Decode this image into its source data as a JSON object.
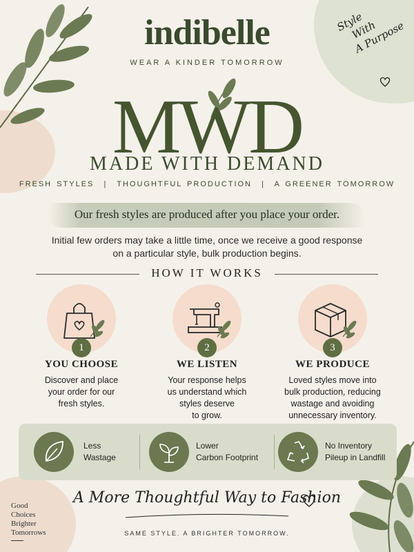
{
  "brand": {
    "name": "indibelle",
    "tagline": "WEAR A KINDER TOMORROW"
  },
  "corner_top_right": {
    "lines": [
      "Style",
      "With",
      "A Purpose"
    ]
  },
  "hero": {
    "title": "MWD",
    "subtitle": "MADE WITH DEMAND",
    "pillars": "FRESH STYLES  |  THOUGHTFUL PRODUCTION  |  A GREENER TOMORROW"
  },
  "headline": "Our fresh styles are produced after you place your order.",
  "description": {
    "line1": "Initial few orders may take a little time, once we receive a good response",
    "line2": "on a particular style, bulk production begins."
  },
  "how_it_works": {
    "title": "HOW IT WORKS",
    "steps": [
      {
        "number": "1",
        "title": "YOU CHOOSE",
        "lines": [
          "Discover and place",
          "your order for our",
          "fresh styles."
        ],
        "icon": "shopping-bag-heart-icon"
      },
      {
        "number": "2",
        "title": "WE LISTEN",
        "lines": [
          "Your response helps",
          "us understand which",
          "styles deserve",
          "to grow."
        ],
        "icon": "sewing-machine-icon"
      },
      {
        "number": "3",
        "title": "WE PRODUCE",
        "lines": [
          "Loved styles move into",
          "bulk production, reducing",
          "wastage and avoiding",
          "unnecessary inventory."
        ],
        "icon": "box-icon"
      }
    ]
  },
  "benefits": [
    {
      "lines": [
        "Less",
        "Wastage"
      ],
      "icon": "leaf-icon"
    },
    {
      "lines": [
        "Lower",
        "Carbon Footprint"
      ],
      "icon": "sprout-icon"
    },
    {
      "lines": [
        "No Inventory",
        "Pileup in Landfill"
      ],
      "icon": "recycle-icon"
    }
  ],
  "closing": {
    "script": "A More Thoughtful Way to Fashion",
    "footer": "SAME STYLE. A BRIGHTER TOMORROW."
  },
  "corner_bottom_left": {
    "lines": [
      "Good",
      "Choices",
      "Brighter",
      "Tomorrows"
    ]
  },
  "colors": {
    "background": "#f4f1ea",
    "primary": "#45552f",
    "accent": "#6b7850",
    "peach": "#f5dccd"
  }
}
